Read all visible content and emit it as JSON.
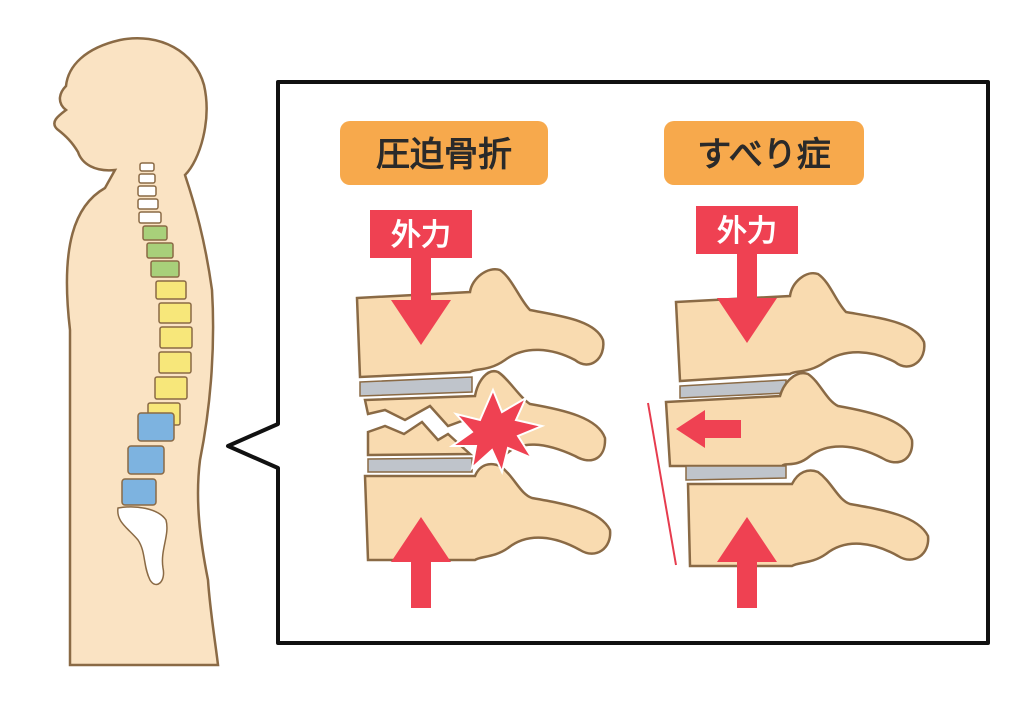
{
  "panels": [
    {
      "title": "圧迫骨折",
      "force_label": "外力"
    },
    {
      "title": "すべり症",
      "force_label": "外力"
    }
  ],
  "colors": {
    "skin": "#FAE3C3",
    "outline": "#8A6A45",
    "bone": "#F9DBB0",
    "disc": "#BFC4CB",
    "title_bg": "#F7A94C",
    "arrow": "#EF4152",
    "slip_line": "#E63C4E",
    "cervical": "#FFFFFF",
    "thoracic_upper": "#A8D07A",
    "thoracic": "#F7E77A",
    "lumbar": "#7DB3E0",
    "sacrum": "#FFFFFF",
    "frame": "#111111"
  },
  "icons": {
    "impact": "impact-burst-icon",
    "slip": "slip-arrow-icon"
  }
}
